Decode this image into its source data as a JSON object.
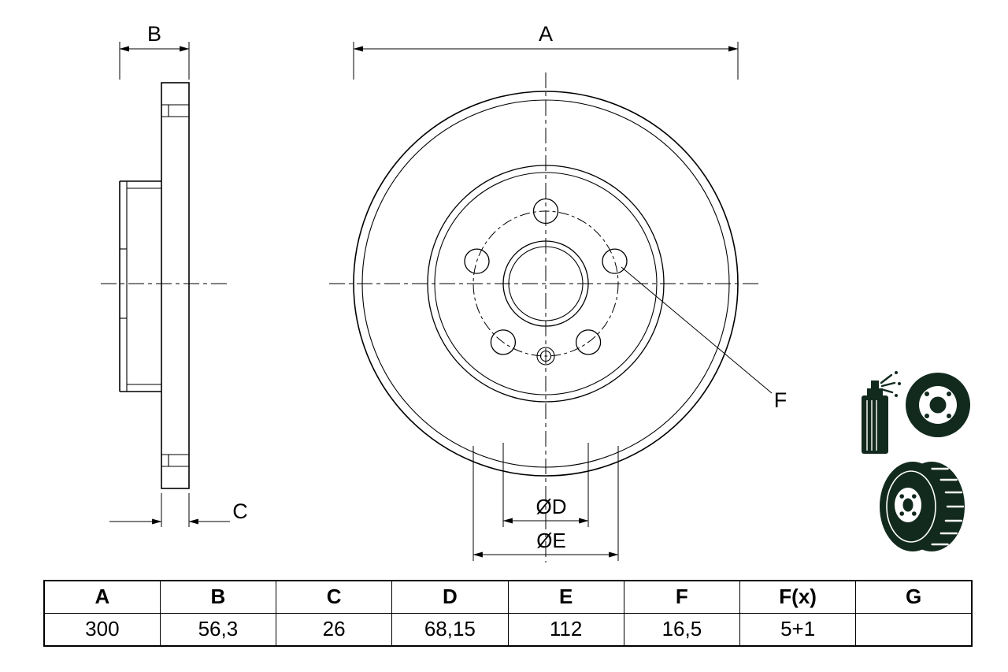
{
  "drawing": {
    "labels": {
      "a": "A",
      "b": "B",
      "c": "C",
      "f": "F",
      "d": "ØD",
      "e": "ØE"
    }
  },
  "table": {
    "headers": [
      "A",
      "B",
      "C",
      "D",
      "E",
      "F",
      "F(x)",
      "G"
    ],
    "values": [
      "300",
      "56,3",
      "26",
      "68,15",
      "112",
      "16,5",
      "5+1",
      ""
    ]
  },
  "icons": {
    "coating": "spray-can-coated-disc-icon",
    "vented": "vented-disc-icon"
  },
  "colors": {
    "line": "#000000",
    "icon_dark": "#122a1e",
    "background": "#ffffff"
  }
}
